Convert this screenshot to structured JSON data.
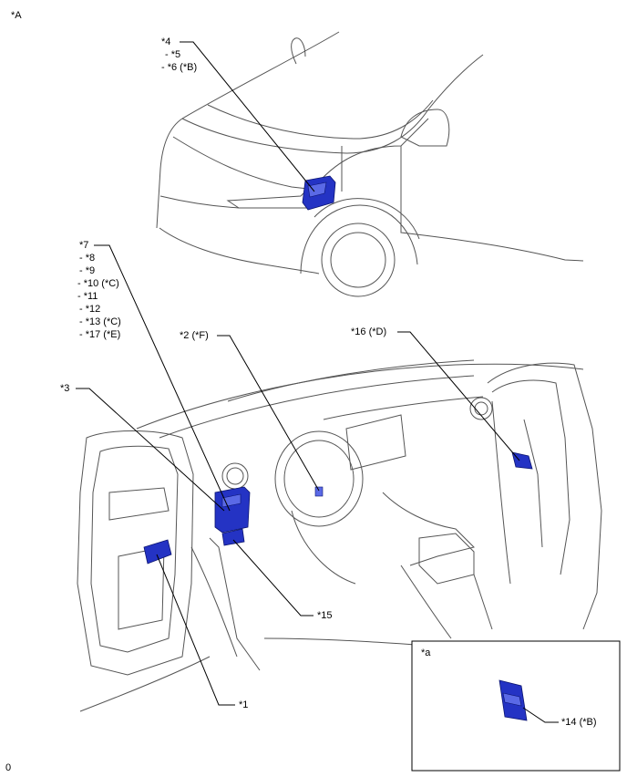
{
  "view_labels": {
    "top": "*A",
    "inset": "*a",
    "bottom_left": "0"
  },
  "callouts": {
    "c4": "*4",
    "c5": "- *5",
    "c6": "- *6 (*B)",
    "c7": "*7",
    "c8": "- *8",
    "c9": "- *9",
    "c10": "- *10 (*C)",
    "c11": "- *11",
    "c12": "- *12",
    "c13": "- *13  (*C)",
    "c17": "- *17  (*E)",
    "c2": "*2 (*F)",
    "c16": "*16 (*D)",
    "c3": "*3",
    "c15": "*15",
    "c1": "*1",
    "c14": "*14 (*B)"
  },
  "colors": {
    "component": "#2433c4",
    "outline": "#555555",
    "leader": "#000000"
  }
}
